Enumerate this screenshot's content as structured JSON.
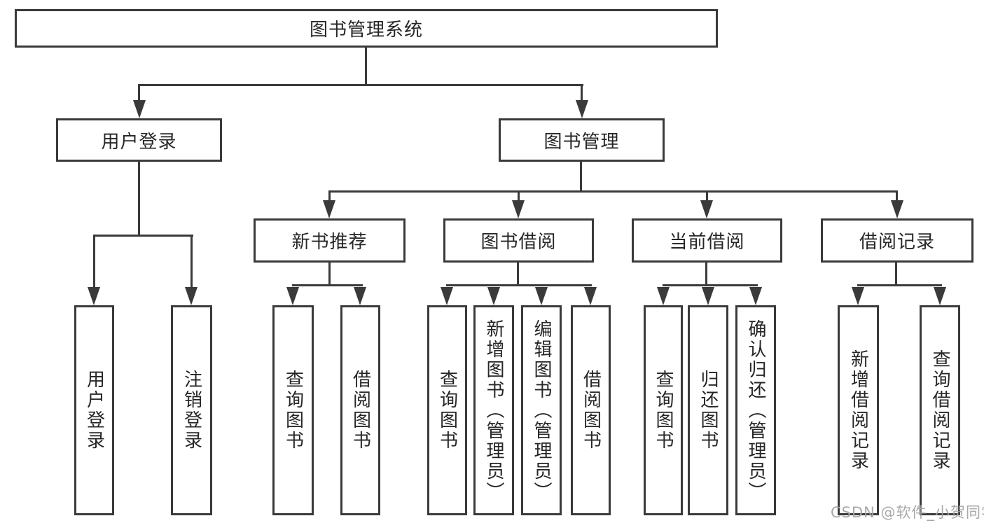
{
  "diagram": {
    "root": {
      "label": "图书管理系统",
      "children": [
        "用户登录",
        "图书管理"
      ]
    },
    "level2": [
      {
        "label": "用户登录",
        "children": [
          "用户登录",
          "注销登录"
        ]
      },
      {
        "label": "图书管理",
        "children": [
          "新书推荐",
          "图书借阅",
          "当前借阅",
          "借阅记录"
        ]
      }
    ],
    "level3": [
      {
        "label": "新书推荐",
        "children": [
          "查询图书",
          "借阅图书"
        ]
      },
      {
        "label": "图书借阅",
        "children": [
          "查询图书",
          "新增图书（管理员）",
          "编辑图书（管理员）",
          "借阅图书"
        ]
      },
      {
        "label": "当前借阅",
        "children": [
          "查询图书",
          "归还图书",
          "确认归还（管理员）"
        ]
      },
      {
        "label": "借阅记录",
        "children": [
          "新增借阅记录",
          "查询借阅记录"
        ]
      }
    ],
    "leaves": [
      {
        "label": "用户登录"
      },
      {
        "label": "注销登录"
      },
      {
        "label": "查询图书"
      },
      {
        "label": "借阅图书"
      },
      {
        "label": "查询图书"
      },
      {
        "label": "新增图书（管理员）"
      },
      {
        "label": "编辑图书（管理员）"
      },
      {
        "label": "借阅图书"
      },
      {
        "label": "查询图书"
      },
      {
        "label": "归还图书"
      },
      {
        "label": "确认归还（管理员）"
      },
      {
        "label": "新增借阅记录"
      },
      {
        "label": "查询借阅记录"
      }
    ],
    "colors": {
      "line": "#3a3a3a",
      "text": "#262626",
      "background": "#ffffff",
      "watermark": "#ababab"
    }
  },
  "watermark": {
    "text": "CSDN @软件_小贺同学"
  }
}
